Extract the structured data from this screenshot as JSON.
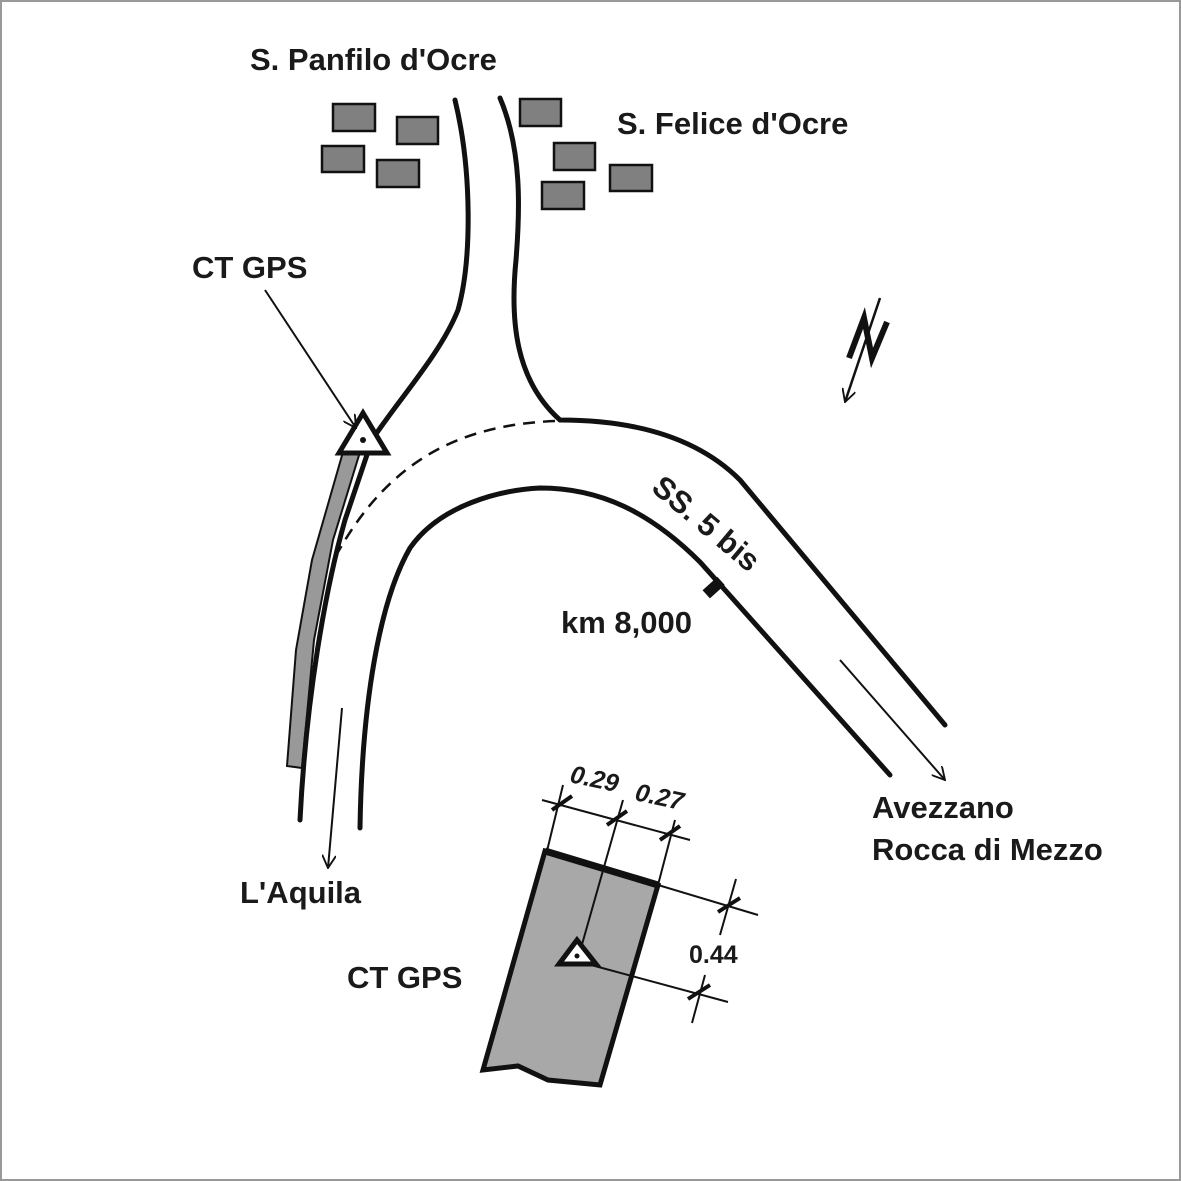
{
  "labels": {
    "village_1": "S. Panfilo d'Ocre",
    "village_2": "S. Felice d'Ocre",
    "station_top": "CT GPS",
    "road_name": "SS. 5 bis",
    "km_marker": "km 8,000",
    "dest_south": "L'Aquila",
    "dest_east_1": "Avezzano",
    "dest_east_2": "Rocca di Mezzo",
    "station_detail": "CT GPS"
  },
  "dimensions": {
    "d1": "0.29",
    "d2": "0.27",
    "d3": "0.44"
  },
  "colors": {
    "building": "#808080",
    "parcel": "#a8a8a8",
    "sidewalk": "#999999"
  },
  "icons": [
    "north-arrow-icon",
    "gps-station-triangle-icon",
    "km-marker-icon"
  ]
}
